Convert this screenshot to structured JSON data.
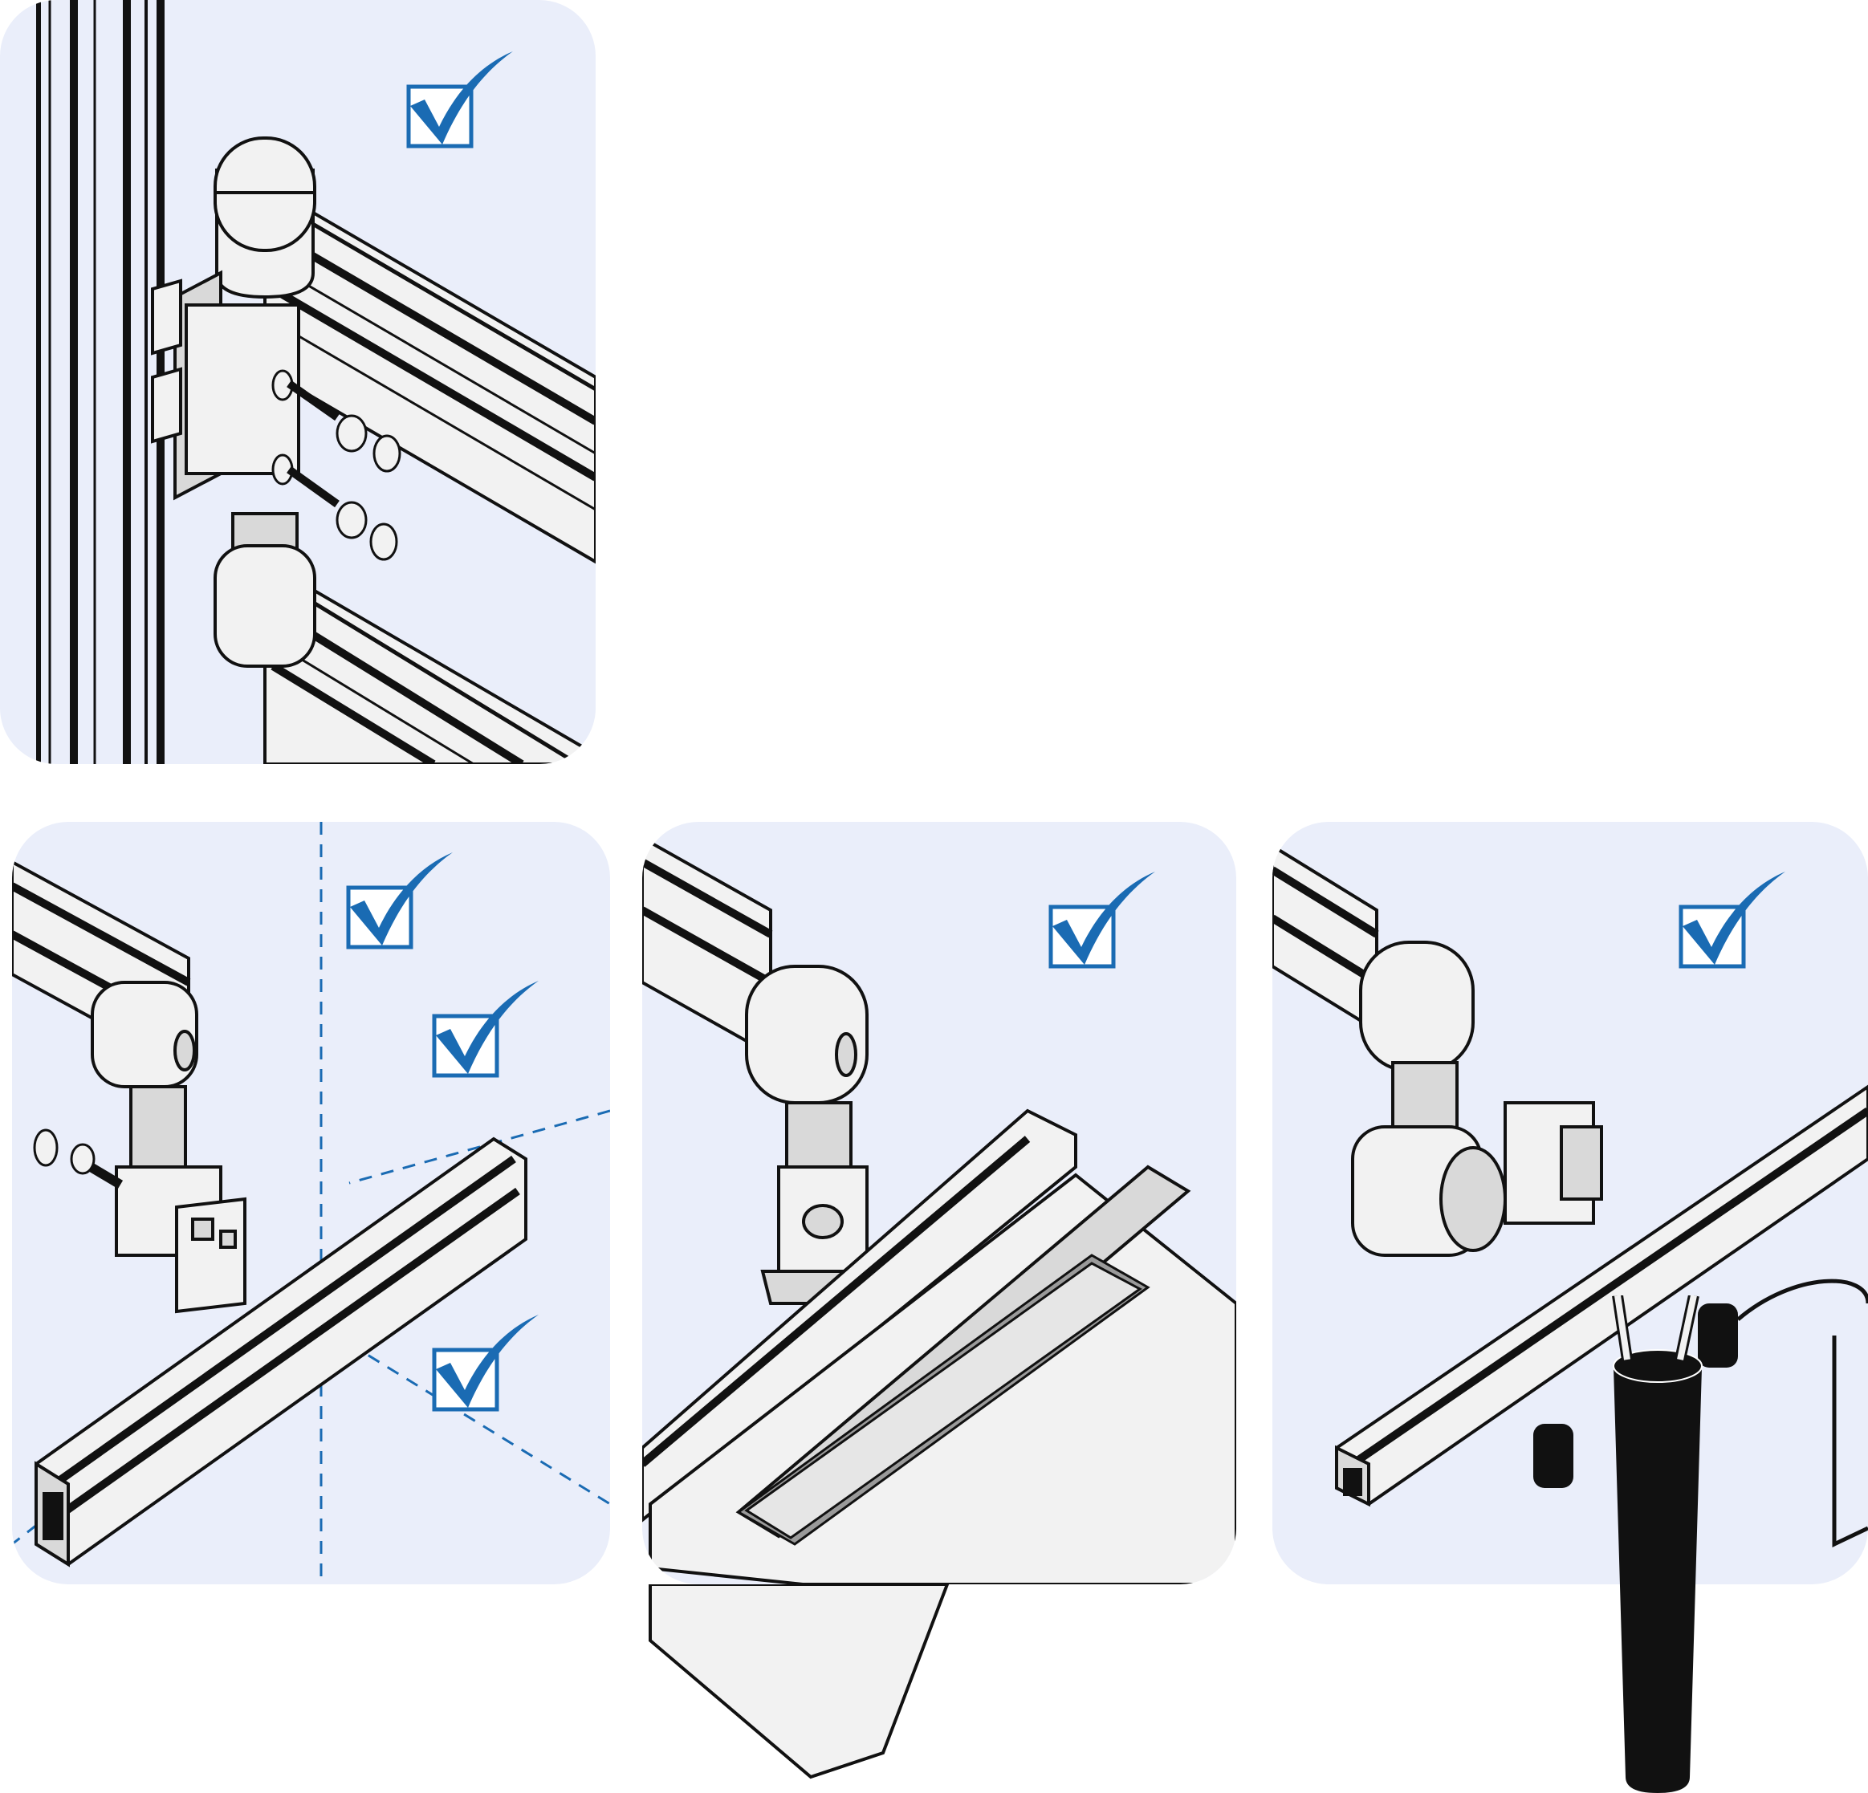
{
  "colors": {
    "panel_bg": "#eaeefa",
    "check_blue": "#1a6bb3",
    "outline": "#111111",
    "metal_light": "#f2f2f2",
    "metal_mid": "#d9d9d9",
    "holder_black": "#111111"
  },
  "panels": [
    {
      "id": "hinge-connector",
      "icons": [
        "checkbox-check-icon"
      ]
    },
    {
      "id": "multi-angle-connector",
      "icons": [
        "checkbox-check-icon",
        "checkbox-check-icon",
        "checkbox-check-icon"
      ]
    },
    {
      "id": "keyboard-tray-mount",
      "icons": [
        "checkbox-check-icon"
      ]
    },
    {
      "id": "tool-holder-mount",
      "icons": [
        "checkbox-check-icon"
      ]
    }
  ]
}
